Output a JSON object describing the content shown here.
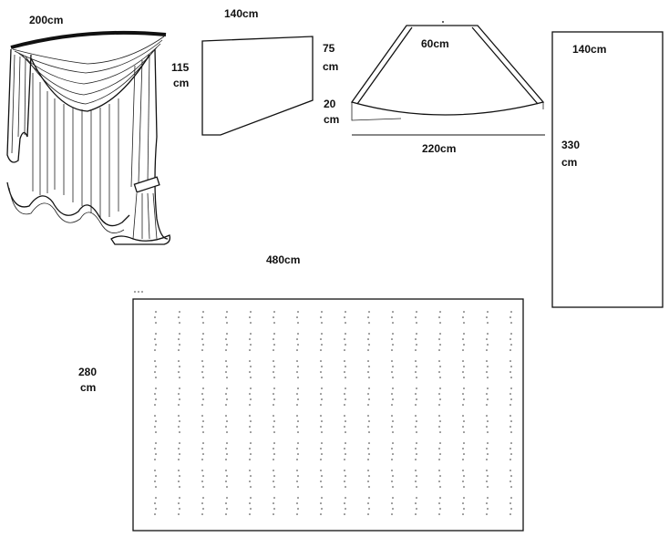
{
  "curtain_drawing": {
    "icon": "curtain-with-swag-icon",
    "width_label": "200cm"
  },
  "trapezoid_piece": {
    "top_width": "140cm",
    "left_height_value": "115",
    "left_height_unit": "cm",
    "right_height_value": "75",
    "right_height_unit": "cm"
  },
  "swag_piece": {
    "top_width": "60cm",
    "side_drop_value": "20",
    "side_drop_unit": "cm",
    "bottom_width": "220cm"
  },
  "side_panel": {
    "width": "140cm",
    "height_value": "330",
    "height_unit": "cm"
  },
  "main_panel": {
    "width": "480cm",
    "height_value": "280",
    "height_unit": "cm"
  }
}
